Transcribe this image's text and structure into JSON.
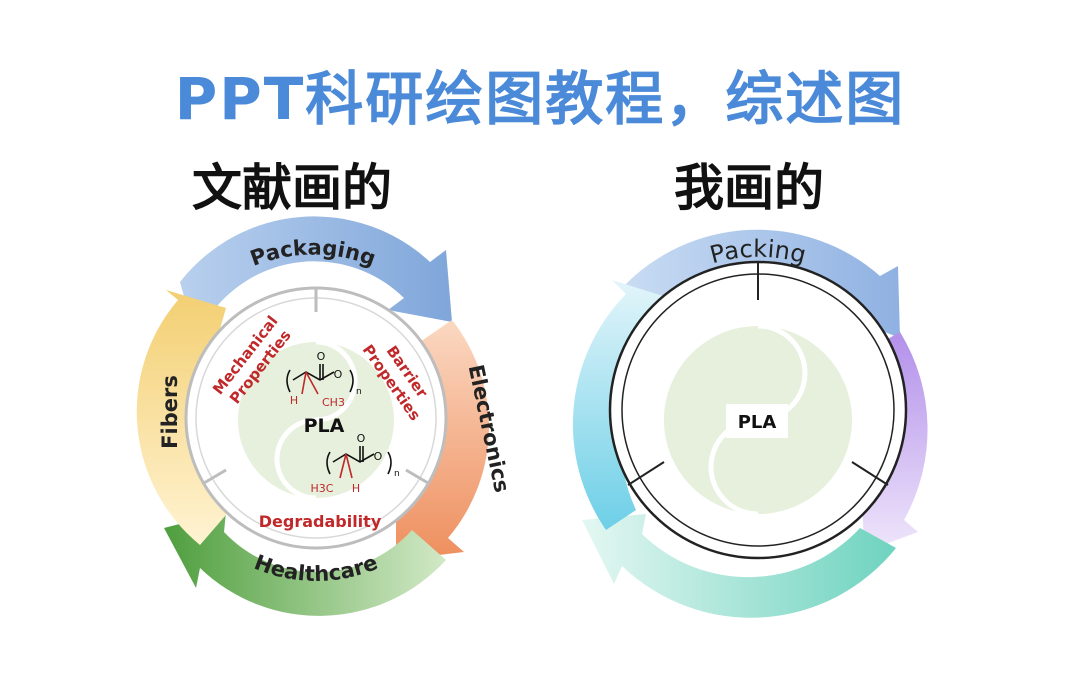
{
  "title": "PPT科研绘图教程，综述图",
  "left_figure": {
    "caption": "文献画的",
    "outer_ring": {
      "top": "Packaging",
      "right": "Electronics",
      "bottom": "Healthcare",
      "left": "Fibers"
    },
    "inner_segments": {
      "left": "Mechanical Properties",
      "left_line1": "Mechanical",
      "left_line2": "Properties",
      "right": "Barrier Properties",
      "right_line1": "Barrier",
      "right_line2": "Properties",
      "bottom": "Degradability"
    },
    "center": "PLA",
    "chem_top": {
      "h": "H",
      "ch3": "CH3",
      "o1": "O",
      "o2": "O",
      "n": "n"
    },
    "chem_bottom": {
      "h": "H",
      "h3c": "H3C",
      "o1": "O",
      "o2": "O",
      "n": "n"
    },
    "colors": {
      "packaging": "#8fb3df",
      "electronics": "#f0a070",
      "healthcare": "#5aa84a",
      "fibers": "#f2d27a",
      "red_text": "#c0282a",
      "center_fill": "#e6f0dc"
    }
  },
  "right_figure": {
    "caption": "我画的",
    "outer_ring": {
      "top": "Packing"
    },
    "center": "PLA",
    "colors": {
      "top_arrow": "#9fbde6",
      "right_arrow": "#b799ec",
      "bottom_arrow": "#7fd6c4",
      "left_arrow": "#7fd0e6",
      "center_fill": "#e6f0dc"
    }
  }
}
